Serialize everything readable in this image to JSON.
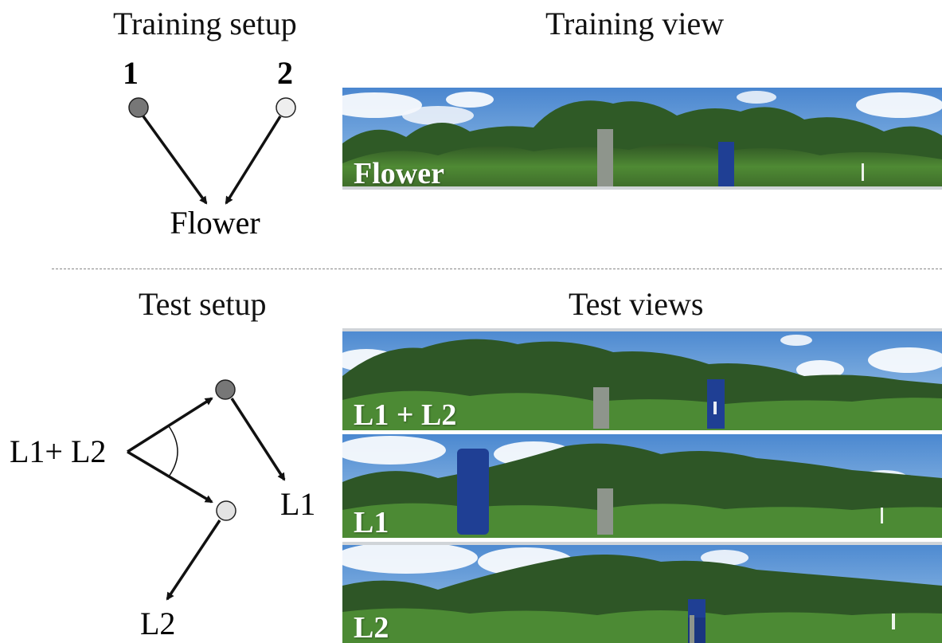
{
  "headings": {
    "training_setup": "Training setup",
    "training_view": "Training view",
    "test_setup": "Test setup",
    "test_views": "Test views"
  },
  "training_diagram": {
    "landmark_1": "1",
    "landmark_2": "2",
    "goal": "Flower"
  },
  "test_diagram": {
    "start": "L1+ L2",
    "end_1": "L1",
    "end_2": "L2"
  },
  "panoramas": {
    "training": "Flower",
    "test_both": "L1 + L2",
    "test_l1": "L1",
    "test_l2": "L2"
  },
  "colors": {
    "landmark_dark": "#777777",
    "landmark_light": "#e6e6e6",
    "sky": "#6fa6dd",
    "vegetation": "#3d6a2a",
    "blue_cylinder": "#1f3f94",
    "grey_cylinder": "#8e958c"
  }
}
